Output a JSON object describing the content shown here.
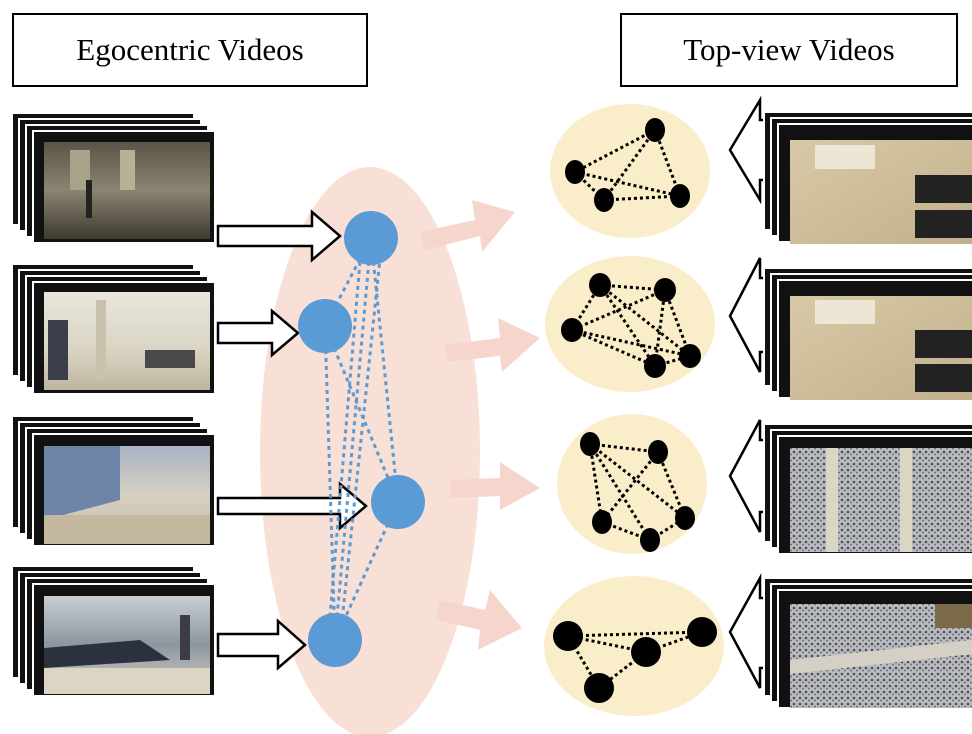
{
  "titles": {
    "left": "Egocentric Videos",
    "right": "Top-view Videos"
  },
  "colors": {
    "ellipse_fill": "#f8e0d6",
    "graph_bg": "#faedc9",
    "node_blue": "#5b9bd5",
    "node_black": "#000000",
    "arrow_pink": "#f6d6cc"
  },
  "egocentric_videos": [
    {
      "name": "egocentric-video-1-hallway"
    },
    {
      "name": "egocentric-video-2-office"
    },
    {
      "name": "egocentric-video-3-corridor"
    },
    {
      "name": "egocentric-video-4-lobby"
    }
  ],
  "topview_videos": [
    {
      "name": "topview-video-1-plaza"
    },
    {
      "name": "topview-video-2-plaza"
    },
    {
      "name": "topview-video-3-pavement"
    },
    {
      "name": "topview-video-4-pavement"
    }
  ]
}
